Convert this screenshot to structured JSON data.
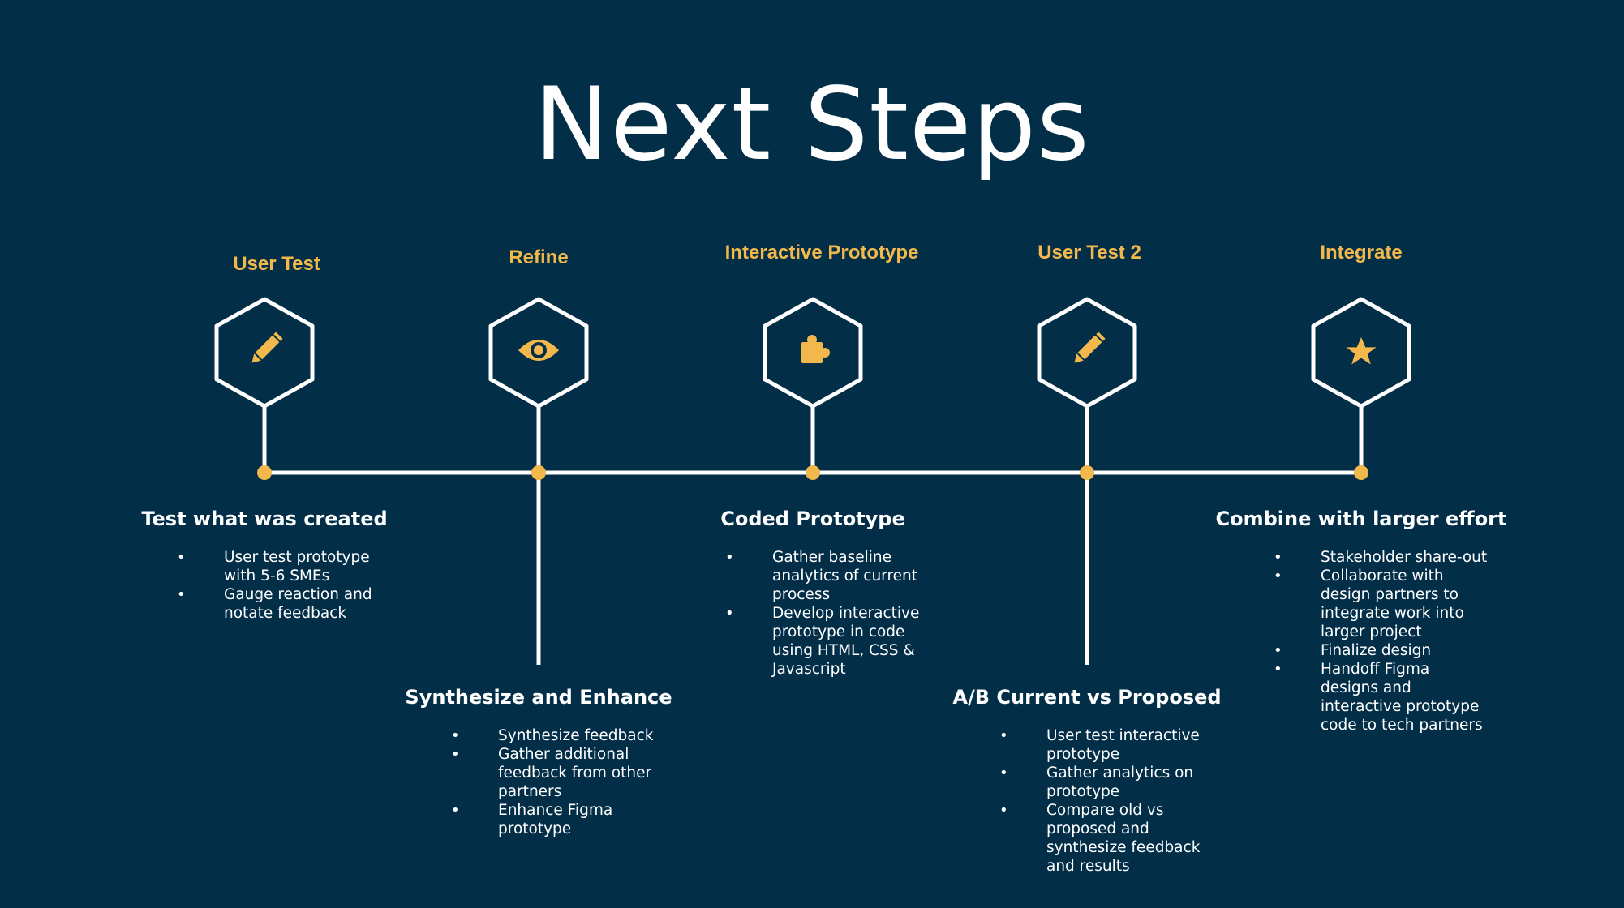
{
  "title": "Next Steps",
  "colors": {
    "background": "#022e48",
    "accent": "#f2b84b",
    "line": "#ffffff",
    "text": "#ffffff"
  },
  "steps": [
    {
      "label": "User Test",
      "icon": "pencil-icon",
      "heading": "Test what was created",
      "items": [
        "User test prototype with 5-6 SMEs",
        "Gauge reaction and notate feedback"
      ]
    },
    {
      "label": "Refine",
      "icon": "eye-icon",
      "heading": "Synthesize and Enhance",
      "items": [
        "Synthesize feedback",
        "Gather additional feedback from other partners",
        "Enhance Figma prototype"
      ]
    },
    {
      "label": "Interactive Prototype",
      "icon": "puzzle-icon",
      "heading": "Coded Prototype",
      "items": [
        "Gather baseline analytics of current process",
        "Develop interactive prototype in code using HTML, CSS & Javascript"
      ]
    },
    {
      "label": "User Test 2",
      "icon": "pencil-icon",
      "heading": "A/B Current vs Proposed",
      "items": [
        "User test interactive prototype",
        "Gather analytics on prototype",
        "Compare old vs proposed and synthesize feedback and results"
      ]
    },
    {
      "label": "Integrate",
      "icon": "star-icon",
      "heading": "Combine with larger effort",
      "items": [
        "Stakeholder share-out",
        "Collaborate with design partners to integrate work into larger project",
        "Finalize design",
        "Handoff Figma designs and interactive prototype code to tech partners"
      ]
    }
  ]
}
